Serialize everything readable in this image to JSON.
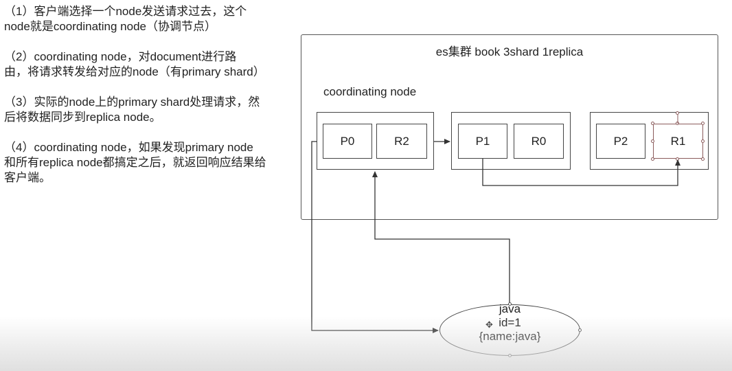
{
  "notes": [
    "（1）客户端选择一个node发送请求过去，这个\nnode就是coordinating node（协调节点）",
    "（2）coordinating node，对document进行路\n由，将请求转发给对应的node（有primary shard）",
    "（3）实际的node上的primary shard处理请求，然\n后将数据同步到replica node。",
    "（4）coordinating node，如果发现primary node\n和所有replica node都搞定之后，就返回响应结果给\n客户端。"
  ],
  "cluster": {
    "title": "es集群 book 3shard 1replica",
    "coordinating_label": "coordinating node"
  },
  "nodes": [
    {
      "shards": [
        "P0",
        "R2"
      ]
    },
    {
      "shards": [
        "P1",
        "R0"
      ]
    },
    {
      "shards": [
        "P2",
        "R1"
      ]
    }
  ],
  "client": {
    "lines": [
      "java",
      "id=1",
      "{name:java}"
    ]
  },
  "icons": {
    "cursor": "move-cursor-icon"
  }
}
